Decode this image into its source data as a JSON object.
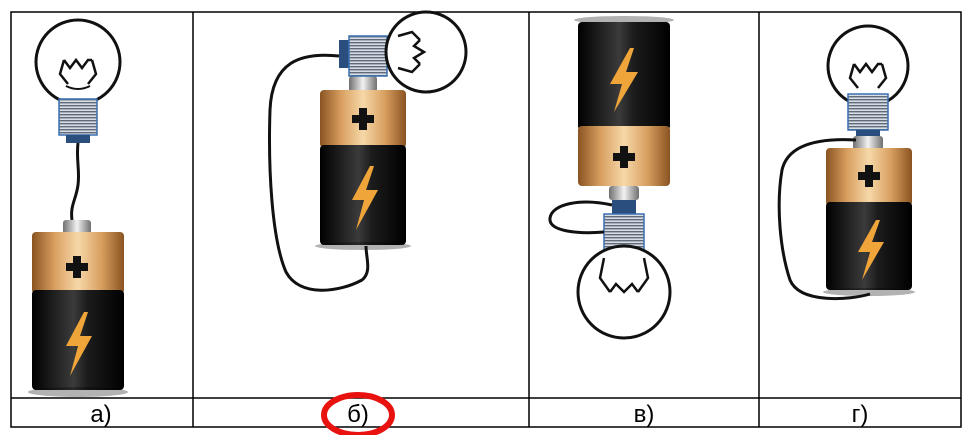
{
  "panels": [
    {
      "label": "а)",
      "circled": false
    },
    {
      "label": "б)",
      "circled": true
    },
    {
      "label": "в)",
      "circled": false
    },
    {
      "label": "г)",
      "circled": false
    }
  ],
  "colors": {
    "highlight": "#e8120f",
    "copper": "#c8894a",
    "battery_black": "#111111",
    "bolt": "#f0a53a"
  },
  "icons": [
    "light-bulb-icon",
    "battery-icon",
    "lightning-bolt-icon",
    "plus-sign-icon"
  ]
}
